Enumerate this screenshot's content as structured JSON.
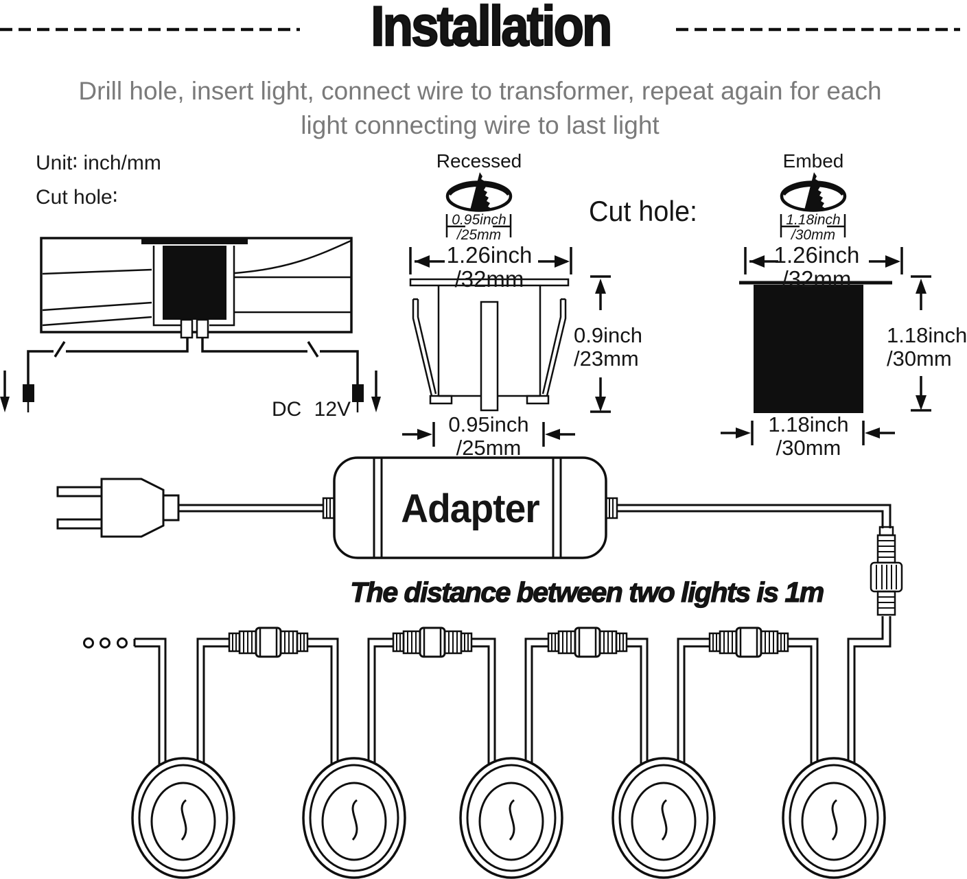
{
  "header": {
    "title": "Installation",
    "subtitle_line1": "Drill hole, insert light, connect wire to transformer, repeat again for each",
    "subtitle_line2": "light connecting wire to last light"
  },
  "left_section": {
    "unit_label": "Unit∶  inch/mm",
    "cut_hole_label": "Cut hole∶",
    "dc_label": "DC 12V"
  },
  "recessed": {
    "label": "Recessed",
    "drill_dim": {
      "inch": "0.95inch",
      "mm": "/25mm"
    },
    "flange_dim": {
      "inch": "1.26inch",
      "mm": "/32mm"
    },
    "height_dim": {
      "inch": "0.9inch",
      "mm": "/23mm"
    },
    "base_dim": {
      "inch": "0.95inch",
      "mm": "/25mm"
    }
  },
  "embed": {
    "label": "Embed",
    "cut_hole_label": "Cut hole:",
    "drill_dim": {
      "inch": "1.18inch",
      "mm": "/30mm"
    },
    "flange_dim": {
      "inch": "1.26inch",
      "mm": "/32mm"
    },
    "height_dim": {
      "inch": "1.18inch",
      "mm": "/30mm"
    },
    "base_dim": {
      "inch": "1.18inch",
      "mm": "/30mm"
    }
  },
  "adapter": {
    "label": "Adapter"
  },
  "chain": {
    "distance_note": "The distance between two lights is 1m"
  },
  "colors": {
    "ink": "#0f0f0f",
    "muted": "#7a7a7a"
  }
}
